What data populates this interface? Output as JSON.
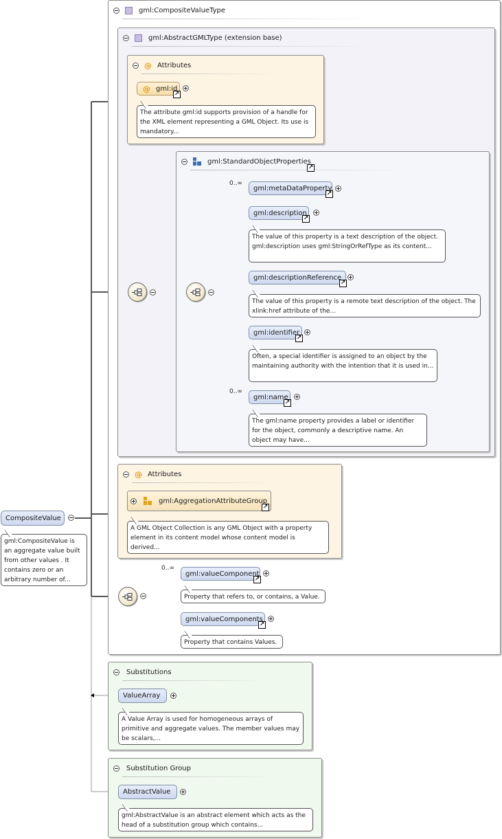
{
  "root": {
    "label": "CompositeValue",
    "doc": "gml:CompositeValue is an aggregate value built from other values . It contains zero or an arbitrary number of..."
  },
  "composite_type": {
    "title": "gml:CompositeValueType"
  },
  "extension": {
    "title": "gml:AbstractGMLType (extension base)"
  },
  "attributes1": {
    "title": "Attributes",
    "id_label": "gml:id",
    "id_doc": "The attribute gml:id supports provision of a handle for the XML element representing a GML Object. Its use is mandatory..."
  },
  "std_props": {
    "title": "gml:StandardObjectProperties",
    "items": [
      {
        "label": "gml:metaDataProperty",
        "occurs": "0..∞",
        "doc": ""
      },
      {
        "label": "gml:description",
        "occurs": "",
        "doc": "The value of this property is a text description of the object. gml:description uses gml:StringOrRefType as its content..."
      },
      {
        "label": "gml:descriptionReference",
        "occurs": "",
        "doc": "The value of this property is a remote text description of the object. The xlink:href attribute of the..."
      },
      {
        "label": "gml:identifier",
        "occurs": "",
        "doc": "Often, a special identifier is assigned to an object by the maintaining authority with the intention that it is used in..."
      },
      {
        "label": "gml:name",
        "occurs": "0..∞",
        "doc": "The gml:name property provides a label or identifier for the object, commonly a descriptive name. An object may have..."
      }
    ]
  },
  "attributes2": {
    "title": "Attributes",
    "group_label": "gml:AggregationAttributeGroup",
    "group_doc": "A GML Object Collection is any GML Object with a property element in its content model whose content model is derived..."
  },
  "value_components": {
    "items": [
      {
        "label": "gml:valueComponent",
        "occurs": "0..∞",
        "doc": "Property that refers to, or contains, a Value."
      },
      {
        "label": "gml:valueComponents",
        "occurs": "",
        "doc": "Property that contains Values."
      }
    ]
  },
  "substitutions": {
    "title": "Substitutions",
    "item_label": "ValueArray",
    "item_doc": "A Value Array is used for homogeneous arrays of primitive and aggregate values. The member values may be scalars,..."
  },
  "substitution_group": {
    "title": "Substitution Group",
    "item_label": "AbstractValue",
    "item_doc": "gml:AbstractValue is an abstract element which acts as the head of a substitution group which contains..."
  },
  "icons": {
    "type": "type-icon",
    "attribute": "attribute-icon",
    "group": "group-icon",
    "sequence": "sequence-icon",
    "link": "link-arrow-icon"
  },
  "colors": {
    "element_fill": "#d6dff2",
    "attribute_fill": "#fdf4e4",
    "substitution_fill": "#eff9ed",
    "extension_fill": "#f3f2f9"
  }
}
